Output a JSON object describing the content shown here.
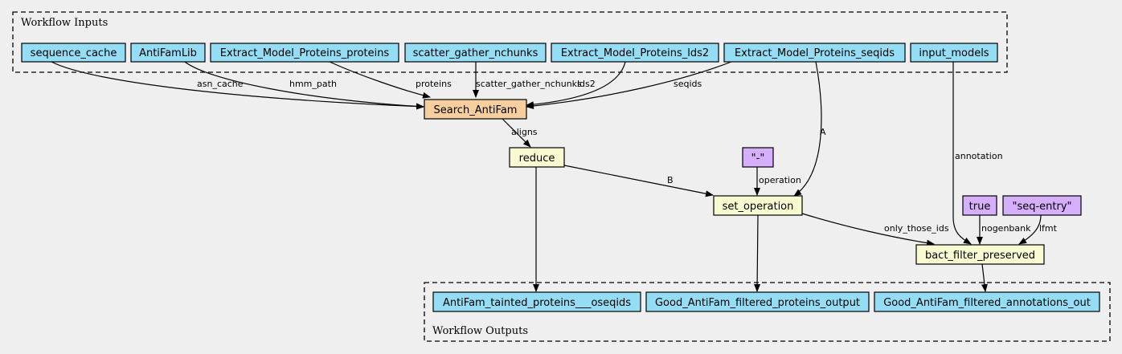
{
  "clusters": {
    "inputs": {
      "label": "Workflow Inputs"
    },
    "outputs": {
      "label": "Workflow Outputs"
    }
  },
  "colors": {
    "io": "#94ddf4",
    "step": "#f7cf9f",
    "expression": "#fafad2",
    "constant": "#d5aefc",
    "background": "#efefef"
  },
  "nodes": {
    "sequence_cache": {
      "label": "sequence_cache",
      "kind": "io"
    },
    "antifamlib": {
      "label": "AntiFamLib",
      "kind": "io"
    },
    "emp_proteins": {
      "label": "Extract_Model_Proteins_proteins",
      "kind": "io"
    },
    "sg_nchunks": {
      "label": "scatter_gather_nchunks",
      "kind": "io"
    },
    "emp_lds2": {
      "label": "Extract_Model_Proteins_lds2",
      "kind": "io"
    },
    "emp_seqids": {
      "label": "Extract_Model_Proteins_seqids",
      "kind": "io"
    },
    "input_models": {
      "label": "input_models",
      "kind": "io"
    },
    "search_antifam": {
      "label": "Search_AntiFam",
      "kind": "step"
    },
    "reduce": {
      "label": "reduce",
      "kind": "expression"
    },
    "const_dash": {
      "label": "\"-\"",
      "kind": "constant"
    },
    "set_operation": {
      "label": "set_operation",
      "kind": "expression"
    },
    "const_true": {
      "label": "true",
      "kind": "constant"
    },
    "const_seqentry": {
      "label": "\"seq-entry\"",
      "kind": "constant"
    },
    "bact_filter": {
      "label": "bact_filter_preserved",
      "kind": "expression"
    },
    "out_tainted": {
      "label": "AntiFam_tainted_proteins___oseqids",
      "kind": "io"
    },
    "out_good_proteins": {
      "label": "Good_AntiFam_filtered_proteins_output",
      "kind": "io"
    },
    "out_good_annots": {
      "label": "Good_AntiFam_filtered_annotations_out",
      "kind": "io"
    }
  },
  "edges": [
    {
      "id": "e1",
      "from": "sequence_cache",
      "to": "search_antifam",
      "label": "asn_cache"
    },
    {
      "id": "e2",
      "from": "antifamlib",
      "to": "search_antifam",
      "label": "hmm_path"
    },
    {
      "id": "e3",
      "from": "emp_proteins",
      "to": "search_antifam",
      "label": "proteins"
    },
    {
      "id": "e4",
      "from": "sg_nchunks",
      "to": "search_antifam",
      "label": "scatter_gather_nchunks"
    },
    {
      "id": "e5",
      "from": "emp_lds2",
      "to": "search_antifam",
      "label": "lds2"
    },
    {
      "id": "e6",
      "from": "emp_seqids",
      "to": "search_antifam",
      "label": "seqids"
    },
    {
      "id": "e7",
      "from": "emp_seqids",
      "to": "set_operation",
      "label": "A"
    },
    {
      "id": "e8",
      "from": "input_models",
      "to": "bact_filter",
      "label": "annotation"
    },
    {
      "id": "e9",
      "from": "search_antifam",
      "to": "reduce",
      "label": "aligns"
    },
    {
      "id": "e10",
      "from": "reduce",
      "to": "set_operation",
      "label": "B"
    },
    {
      "id": "e11",
      "from": "reduce",
      "to": "out_tainted",
      "label": ""
    },
    {
      "id": "e12",
      "from": "const_dash",
      "to": "set_operation",
      "label": "operation"
    },
    {
      "id": "e13",
      "from": "set_operation",
      "to": "out_good_proteins",
      "label": ""
    },
    {
      "id": "e14",
      "from": "set_operation",
      "to": "bact_filter",
      "label": "only_those_ids"
    },
    {
      "id": "e15",
      "from": "const_true",
      "to": "bact_filter",
      "label": "nogenbank"
    },
    {
      "id": "e16",
      "from": "const_seqentry",
      "to": "bact_filter",
      "label": "lfmt"
    },
    {
      "id": "e17",
      "from": "bact_filter",
      "to": "out_good_annots",
      "label": ""
    }
  ]
}
